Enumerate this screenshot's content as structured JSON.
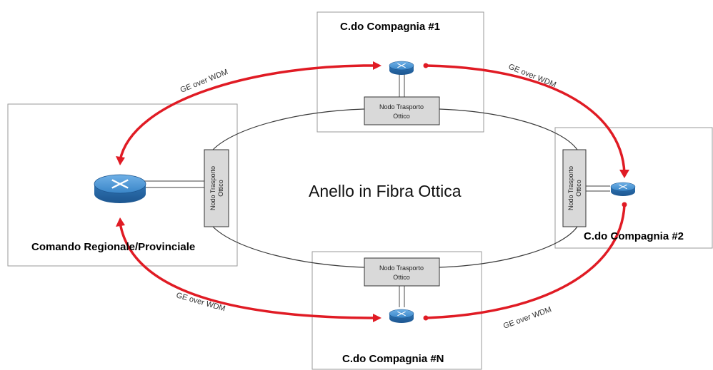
{
  "ring_label": "Anello in Fibra Ottica",
  "sites": {
    "headquarters": "Comando Regionale/Provinciale",
    "company_1": "C.do Compagnia #1",
    "company_2": "C.do Compagnia #2",
    "company_n": "C.do Compagnia #N"
  },
  "transport_node": {
    "line1": "Nodo Trasporto",
    "line2": "Ottico"
  },
  "link_label": "GE over WDM",
  "colors": {
    "link": "#e01b24",
    "router": "#3a86c8",
    "node_fill": "#d9d9d9",
    "frame": "#9a9a9a"
  }
}
